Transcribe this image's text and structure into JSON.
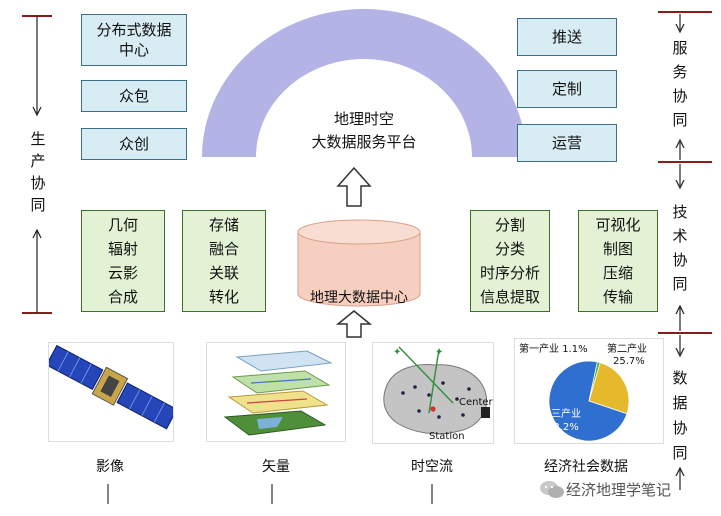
{
  "platform": {
    "line1": "地理时空",
    "line2": "大数据服务平台",
    "arch_color": "#b3b3e6"
  },
  "datacenter": {
    "label": "地理大数据中心",
    "cylinder_color": "#f6cfc0"
  },
  "left_boxes": [
    {
      "line1": "分布式数据",
      "line2": "中心"
    },
    {
      "line1": "众包",
      "line2": ""
    },
    {
      "line1": "众创",
      "line2": ""
    }
  ],
  "right_boxes": [
    {
      "label": "推送"
    },
    {
      "label": "定制"
    },
    {
      "label": "运营"
    }
  ],
  "green_boxes": [
    {
      "lines": [
        "几何",
        "辐射",
        "云影",
        "合成"
      ]
    },
    {
      "lines": [
        "存储",
        "融合",
        "关联",
        "转化"
      ]
    },
    {
      "lines": [
        "分割",
        "分类",
        "时序分析",
        "信息提取"
      ]
    },
    {
      "lines": [
        "可视化",
        "制图",
        "压缩",
        "传输"
      ]
    }
  ],
  "left_label": {
    "chars": [
      "生",
      "产",
      "协",
      "同"
    ]
  },
  "right_labels": [
    {
      "chars": [
        "服",
        "务",
        "协",
        "同"
      ]
    },
    {
      "chars": [
        "技",
        "术",
        "协",
        "同"
      ]
    },
    {
      "chars": [
        "数",
        "据",
        "协",
        "同"
      ]
    }
  ],
  "sources": [
    {
      "caption": "影像"
    },
    {
      "caption": "矢量"
    },
    {
      "caption": "时空流"
    },
    {
      "caption": "经济社会数据"
    }
  ],
  "stations_map": {
    "center_label": "Center",
    "station_label": "Station"
  },
  "pie": {
    "slices": [
      {
        "label": "第三产业",
        "value": 73.2,
        "value_text": "73.2%",
        "color": "#2f6fcf"
      },
      {
        "label": "第二产业",
        "value": 25.7,
        "value_text": "25.7%",
        "color": "#e6b92c"
      },
      {
        "label": "第一产业",
        "value": 1.1,
        "value_text": "1.1%",
        "color": "#3fae3f"
      }
    ]
  },
  "watermark": {
    "text": "经济地理学笔记"
  }
}
